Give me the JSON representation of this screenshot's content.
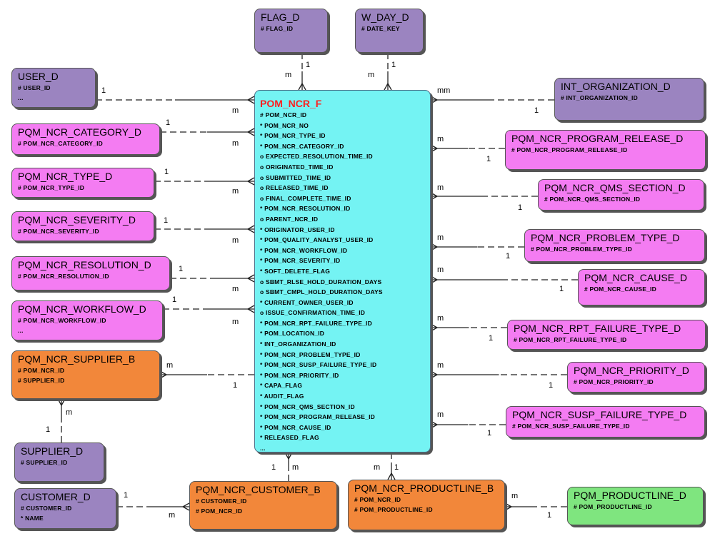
{
  "colors": {
    "lavender": "#9b84c0",
    "pink": "#f47cf2",
    "orange": "#f2873a",
    "green": "#7fe57f",
    "cyan": "#74f3f3",
    "fact_title": "#ff1f1f",
    "line": "#222222"
  },
  "fact": {
    "title": "POM_NCR_F",
    "attributes": [
      "# POM_NCR_ID",
      "* POM_NCR_NO",
      "* POM_NCR_TYPE_ID",
      "* POM_NCR_CATEGORY_ID",
      "o EXPECTED_RESOLUTION_TIME_ID",
      "o ORIGINATED_TIME_ID",
      "o SUBMITTED_TIME_ID",
      "o RELEASED_TIME_ID",
      "o FINAL_COMPLETE_TIME_ID",
      "* POM_NCR_RESOLUTION_ID",
      "o PARENT_NCR_ID",
      "* ORIGINATOR_USER_ID",
      "* POM_QUALITY_ANALYST_USER_ID",
      "* POM_NCR_WORKFLOW_ID",
      "* POM_NCR_SEVERITY_ID",
      "* SOFT_DELETE_FLAG",
      "o SBMT_RLSE_HOLD_DURATION_DAYS",
      "o SBMT_CMPL_HOLD_DURATION_DAYS",
      "* CURRENT_OWNER_USER_ID",
      "o ISSUE_CONFIRMATION_TIME_ID",
      "* POM_NCR_RPT_FAILURE_TYPE_ID",
      "* POM_LOCATION_ID",
      "* INT_ORGANIZATION_ID",
      "* POM_NCR_PROBLEM_TYPE_ID",
      "* POM_NCR_SUSP_FAILURE_TYPE_ID",
      "* POM_NCR_PRIORITY_ID",
      "* CAPA_FLAG",
      "* AUDIT_FLAG",
      "* POM_NCR_QMS_SECTION_ID",
      "* POM_NCR_PROGRAM_RELEASE_ID",
      "* POM_NCR_CAUSE_ID",
      "* RELEASED_FLAG",
      "..."
    ]
  },
  "entities": [
    {
      "id": "flag-d",
      "title": "FLAG_D",
      "color": "lavender",
      "attributes": [
        "# FLAG_ID"
      ]
    },
    {
      "id": "w-day-d",
      "title": "W_DAY_D",
      "color": "lavender",
      "attributes": [
        "# DATE_KEY"
      ]
    },
    {
      "id": "user-d",
      "title": "USER_D",
      "color": "lavender",
      "attributes": [
        "# USER_ID",
        "..."
      ]
    },
    {
      "id": "int-organization-d",
      "title": "INT_ORGANIZATION_D",
      "color": "lavender",
      "attributes": [
        "# INT_ORGANIZATION_ID"
      ]
    },
    {
      "id": "pqm-ncr-category-d",
      "title": "PQM_NCR_CATEGORY_D",
      "color": "pink",
      "attributes": [
        "# POM_NCR_CATEGORY_ID"
      ]
    },
    {
      "id": "pqm-ncr-program-release-d",
      "title": "PQM_NCR_PROGRAM_RELEASE_D",
      "color": "pink",
      "attributes": [
        "# POM_NCR_PROGRAM_RELEASE_ID"
      ]
    },
    {
      "id": "pqm-ncr-type-d",
      "title": "PQM_NCR_TYPE_D",
      "color": "pink",
      "attributes": [
        "# POM_NCR_TYPE_ID"
      ]
    },
    {
      "id": "pqm-ncr-qms-section-d",
      "title": "PQM_NCR_QMS_SECTION_D",
      "color": "pink",
      "attributes": [
        "# POM_NCR_QMS_SECTION_ID"
      ]
    },
    {
      "id": "pqm-ncr-severity-d",
      "title": "PQM_NCR_SEVERITY_D",
      "color": "pink",
      "attributes": [
        "# POM_NCR_SEVERITY_ID"
      ]
    },
    {
      "id": "pqm-ncr-problem-type-d",
      "title": "PQM_NCR_PROBLEM_TYPE_D",
      "color": "pink",
      "attributes": [
        "# POM_NCR_PROBLEM_TYPE_ID"
      ]
    },
    {
      "id": "pqm-ncr-resolution-d",
      "title": "PQM_NCR_RESOLUTION_D",
      "color": "pink",
      "attributes": [
        "# POM_NCR_RESOLUTION_ID"
      ]
    },
    {
      "id": "pqm-ncr-cause-d",
      "title": "PQM_NCR_CAUSE_D",
      "color": "pink",
      "attributes": [
        "# POM_NCR_CAUSE_ID"
      ]
    },
    {
      "id": "pqm-ncr-workflow-d",
      "title": "PQM_NCR_WORKFLOW_D",
      "color": "pink",
      "attributes": [
        "# POM_NCR_WORKFLOW_ID",
        "..."
      ]
    },
    {
      "id": "pqm-ncr-rpt-failure-type-d",
      "title": "PQM_NCR_RPT_FAILURE_TYPE_D",
      "color": "pink",
      "attributes": [
        "# POM_NCR_RPT_FAILURE_TYPE_ID"
      ]
    },
    {
      "id": "pqm-ncr-supplier-b",
      "title": "PQM_NCR_SUPPLIER_B",
      "color": "orange",
      "attributes": [
        "# POM_NCR_ID",
        "# SUPPLIER_ID"
      ]
    },
    {
      "id": "pqm-ncr-priority-d",
      "title": "PQM_NCR_PRIORITY_D",
      "color": "pink",
      "attributes": [
        "# POM_NCR_PRIORITY_ID"
      ]
    },
    {
      "id": "pqm-ncr-susp-failure-type-d",
      "title": "PQM_NCR_SUSP_FAILURE_TYPE_D",
      "color": "pink",
      "attributes": [
        "# POM_NCR_SUSP_FAILURE_TYPE_ID"
      ]
    },
    {
      "id": "supplier-d",
      "title": "SUPPLIER_D",
      "color": "lavender",
      "attributes": [
        "# SUPPLIER_ID"
      ]
    },
    {
      "id": "customer-d",
      "title": "CUSTOMER_D",
      "color": "lavender",
      "attributes": [
        "# CUSTOMER_ID",
        "* NAME"
      ]
    },
    {
      "id": "pqm-ncr-customer-b",
      "title": "PQM_NCR_CUSTOMER_B",
      "color": "orange",
      "attributes": [
        "# CUSTOMER_ID",
        "# POM_NCR_ID"
      ]
    },
    {
      "id": "pqm-ncr-productline-b",
      "title": "PQM_NCR_PRODUCTLINE_B",
      "color": "orange",
      "attributes": [
        "# POM_NCR_ID",
        "# POM_PRODUCTLINE_ID"
      ]
    },
    {
      "id": "pqm-productline-d",
      "title": "PQM_PRODUCTLINE_D",
      "color": "green",
      "attributes": [
        "# POM_PRODUCTLINE_ID"
      ]
    }
  ],
  "relationships": [
    {
      "id": "flag-d",
      "one": "1",
      "many": "m"
    },
    {
      "id": "w-day-d",
      "one": "1",
      "many": "m"
    },
    {
      "id": "user-d",
      "one": "1",
      "many": "m"
    },
    {
      "id": "int-organization-d",
      "one": "1",
      "many": "mm"
    },
    {
      "id": "pqm-ncr-category-d",
      "one": "1",
      "many": "m"
    },
    {
      "id": "pqm-ncr-program-release-d",
      "one": "1",
      "many": "m"
    },
    {
      "id": "pqm-ncr-type-d",
      "one": "1",
      "many": "m"
    },
    {
      "id": "pqm-ncr-qms-section-d",
      "one": "1",
      "many": "m"
    },
    {
      "id": "pqm-ncr-severity-d",
      "one": "1",
      "many": "m"
    },
    {
      "id": "pqm-ncr-problem-type-d",
      "one": "1",
      "many": "m"
    },
    {
      "id": "pqm-ncr-resolution-d",
      "one": "1",
      "many": "m"
    },
    {
      "id": "pqm-ncr-cause-d",
      "one": "1",
      "many": "m"
    },
    {
      "id": "pqm-ncr-workflow-d",
      "one": "1",
      "many": "m"
    },
    {
      "id": "pqm-ncr-rpt-failure-type-d",
      "one": "1",
      "many": "m"
    },
    {
      "id": "pqm-ncr-supplier-b",
      "one": "1",
      "many": "m"
    },
    {
      "id": "pqm-ncr-priority-d",
      "one": "1",
      "many": "m"
    },
    {
      "id": "pqm-ncr-susp-failure-type-d",
      "one": "1",
      "many": "m"
    },
    {
      "id": "supplier-d",
      "one": "1",
      "many": "m"
    },
    {
      "id": "customer-d",
      "one": "1",
      "many": "m"
    },
    {
      "id": "pqm-ncr-customer-b",
      "one": "1",
      "many": "m"
    },
    {
      "id": "pqm-ncr-productline-b",
      "one": "1",
      "many": "m"
    },
    {
      "id": "pqm-productline-d",
      "one": "1",
      "many": "m"
    }
  ]
}
